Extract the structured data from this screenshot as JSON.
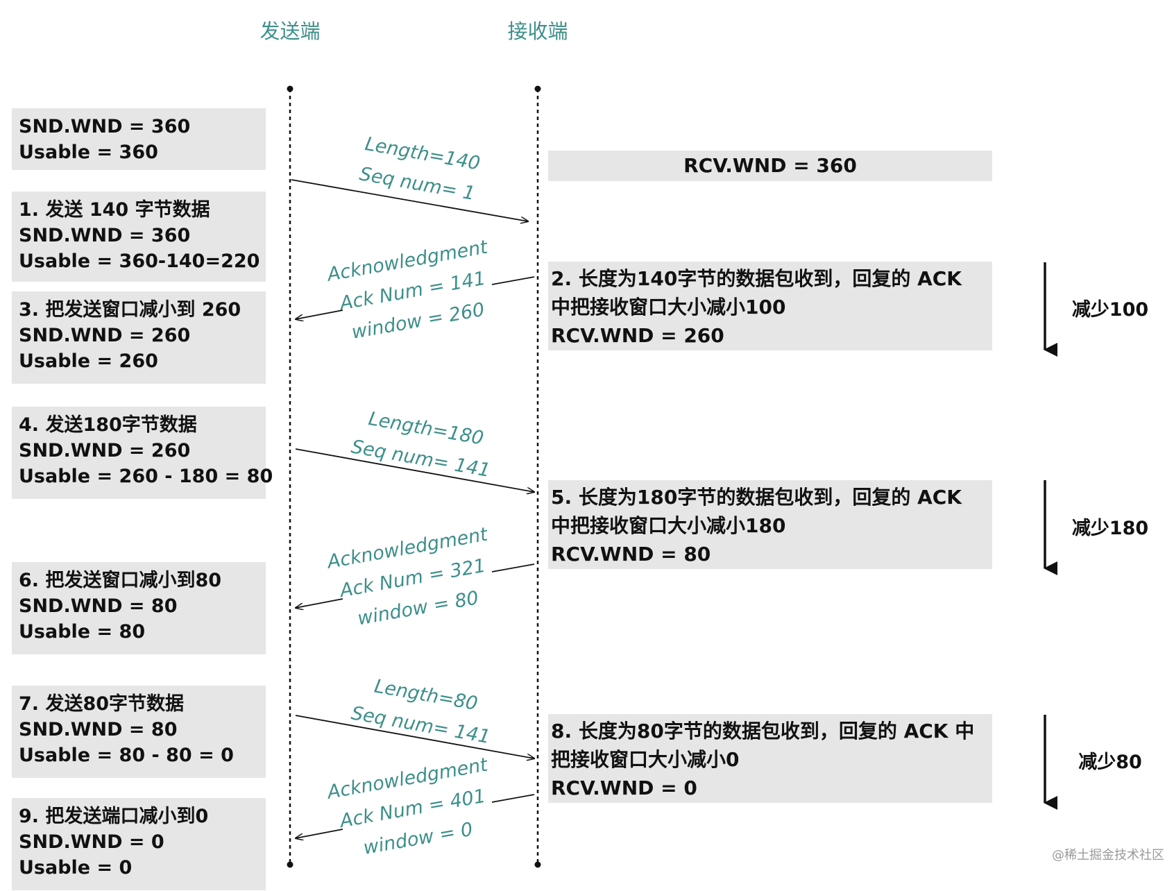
{
  "headers": {
    "sender": "发送端",
    "receiver": "接收端"
  },
  "sender_boxes": [
    {
      "lines": [
        "SND.WND = 360",
        "Usable = 360"
      ]
    },
    {
      "lines": [
        "1. 发送 140 字节数据",
        "SND.WND = 360",
        "Usable = 360-140=220"
      ]
    },
    {
      "lines": [
        "3. 把发送窗口减小到 260",
        "SND.WND = 260",
        "Usable = 260"
      ]
    },
    {
      "lines": [
        "4. 发送180字节数据",
        "SND.WND = 260",
        "Usable = 260 - 180 = 80"
      ]
    },
    {
      "lines": [
        "6. 把发送窗口减小到80",
        "SND.WND = 80",
        "Usable = 80"
      ]
    },
    {
      "lines": [
        "7. 发送80字节数据",
        "SND.WND = 80",
        "Usable = 80 - 80 = 0"
      ]
    },
    {
      "lines": [
        "9. 把发送端口减小到0",
        "SND.WND = 0",
        "Usable = 0"
      ]
    }
  ],
  "receiver_boxes": [
    {
      "lines": [
        "RCV.WND = 360"
      ]
    },
    {
      "lines": [
        "2. 长度为140字节的数据包收到，回复的 ACK",
        "中把接收窗口大小减小100",
        "RCV.WND  = 260"
      ]
    },
    {
      "lines": [
        "5. 长度为180字节的数据包收到，回复的 ACK",
        "中把接收窗口大小减小180",
        "RCV.WND  = 80"
      ]
    },
    {
      "lines": [
        "8. 长度为80字节的数据包收到，回复的 ACK 中",
        "把接收窗口大小减小0",
        "RCV.WND  = 0"
      ]
    }
  ],
  "reductions": [
    "减少100",
    "减少180",
    "减少80"
  ],
  "messages": [
    {
      "lines": [
        "Length=140",
        "Seq num= 1"
      ]
    },
    {
      "lines": [
        "Acknowledgment",
        "Ack Num = 141",
        "window = 260"
      ]
    },
    {
      "lines": [
        "Length=180",
        "Seq num= 141"
      ]
    },
    {
      "lines": [
        "Acknowledgment",
        "Ack Num = 321",
        "window = 80"
      ]
    },
    {
      "lines": [
        "Length=80",
        "Seq num= 141"
      ]
    },
    {
      "lines": [
        "Acknowledgment",
        "Ack Num = 401",
        "window = 0"
      ]
    }
  ],
  "watermark": "@稀土掘金技术社区",
  "colors": {
    "accent": "#3d8f8a",
    "box_bg": "#e6e6e6",
    "line": "#111111"
  }
}
